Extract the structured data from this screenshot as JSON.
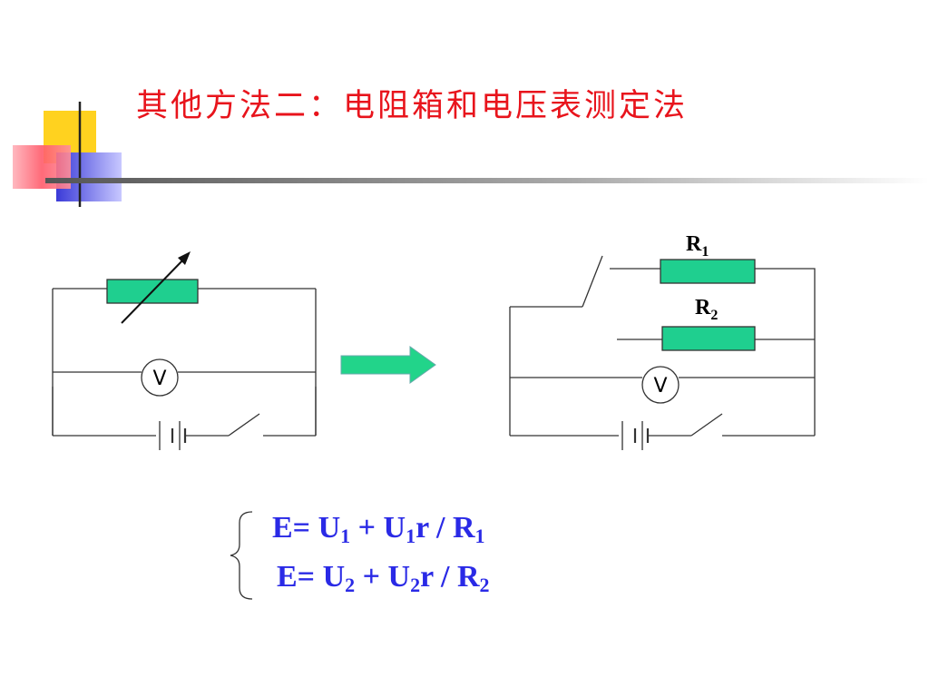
{
  "slide": {
    "title": "其他方法二：电阻箱和电压表测定法"
  },
  "colors": {
    "title": "#e8141c",
    "resistor_fill": "#1fcf8f",
    "arrow_fill": "#22d48a",
    "equation": "#2a2ae6",
    "deco_yellow": "#ffd21f",
    "deco_blue": "#3a3ad8",
    "deco_red": "#ff5a6a"
  },
  "diagram": {
    "left_circuit": {
      "voltmeter_label": "V",
      "components": [
        "resistance-box",
        "voltmeter",
        "battery",
        "switch"
      ]
    },
    "right_circuit": {
      "voltmeter_label": "V",
      "resistor_1": {
        "label": "R",
        "sub": "1"
      },
      "resistor_2": {
        "label": "R",
        "sub": "2"
      },
      "components": [
        "selector-switch",
        "resistor-r1",
        "resistor-r2",
        "voltmeter",
        "battery",
        "switch"
      ]
    }
  },
  "equations": [
    {
      "lhs": "E=",
      "u1": "U",
      "u1_sub": "1",
      "plus": "+",
      "u2": "U",
      "u2_sub": "1",
      "rest": "r / R",
      "r_sub": "1"
    },
    {
      "lhs": "E=",
      "u1": "U",
      "u1_sub": "2",
      "plus": "+",
      "u2": "U",
      "u2_sub": "2",
      "rest": "r / R",
      "r_sub": "2"
    }
  ]
}
